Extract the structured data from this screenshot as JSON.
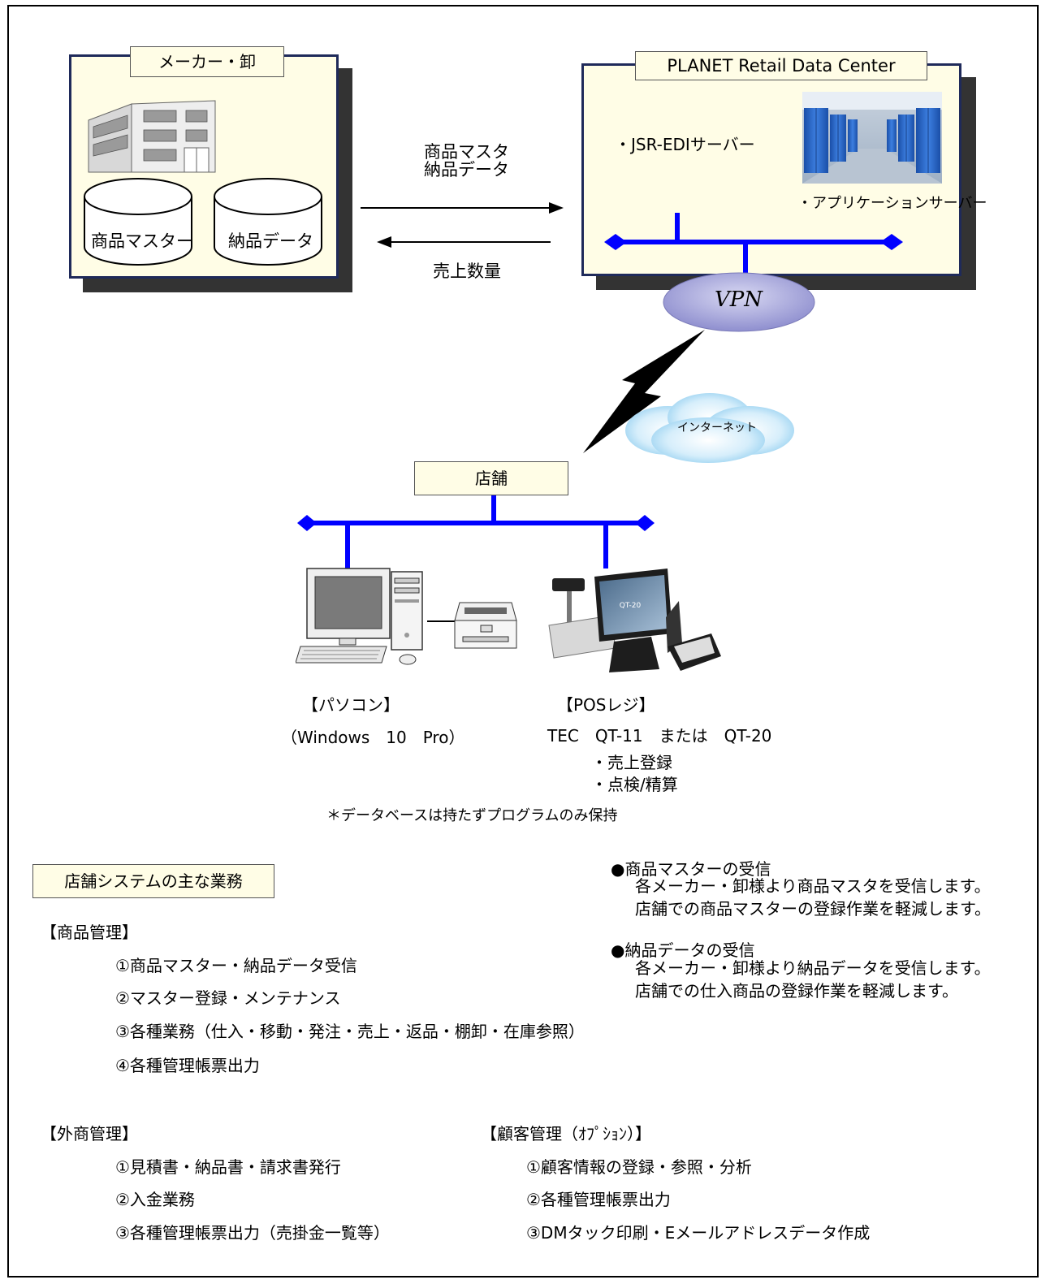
{
  "maker": {
    "title": "メーカー・卸",
    "db1": "商品マスター",
    "db2": "納品データ"
  },
  "flows": {
    "to_center_line1": "商品マスタ",
    "to_center_line2": "納品データ",
    "to_maker": "売上数量"
  },
  "datacenter": {
    "title": "PLANET Retail Data Center",
    "server1": "・JSR-EDIサーバー",
    "server2": "・アプリケーションサーバー"
  },
  "network": {
    "vpn": "VPN",
    "internet": "インターネット"
  },
  "store": {
    "title": "店舗",
    "pc_label": "【パソコン】",
    "pc_os": "（Windows　10　Pro）",
    "pos_label": "【POSレジ】",
    "pos_model": "TEC　QT-11　または　QT-20",
    "pos_func1": "・売上登録",
    "pos_func2": "・点検/精算",
    "pos_screen": "QT-20",
    "note": "＊データベースは持たずプログラムのみ保持"
  },
  "tasks": {
    "header": "店舗システムの主な業務",
    "product": {
      "title": "【商品管理】",
      "items": [
        "①商品マスター・納品データ受信",
        "②マスター登録・メンテナンス",
        "③各種業務（仕入・移動・発注・売上・返品・棚卸・在庫参照）",
        "④各種管理帳票出力"
      ]
    },
    "outside": {
      "title": "【外商管理】",
      "items": [
        "①見積書・納品書・請求書発行",
        "②入金業務",
        "③各種管理帳票出力（売掛金一覧等）"
      ]
    },
    "customer": {
      "title": "【顧客管理（ｵﾌﾟｼｮﾝ）】",
      "items": [
        "①顧客情報の登録・参照・分析",
        "②各種管理帳票出力",
        "③DMタック印刷・Eメールアドレスデータ作成"
      ]
    }
  },
  "notes": {
    "master": {
      "title": "●商品マスターの受信",
      "line1": "各メーカー・卸様より商品マスタを受信します。",
      "line2": "店舗での商品マスターの登録作業を軽減します。"
    },
    "delivery": {
      "title": "●納品データの受信",
      "line1": "各メーカー・卸様より納品データを受信します。",
      "line2": "店舗での仕入商品の登録作業を軽減します。"
    }
  },
  "colors": {
    "network_blue": "#0000ff",
    "panel_fill": "#fffde6",
    "panel_border": "#1f2a5a",
    "vpn_fill": "#a9a9df"
  }
}
